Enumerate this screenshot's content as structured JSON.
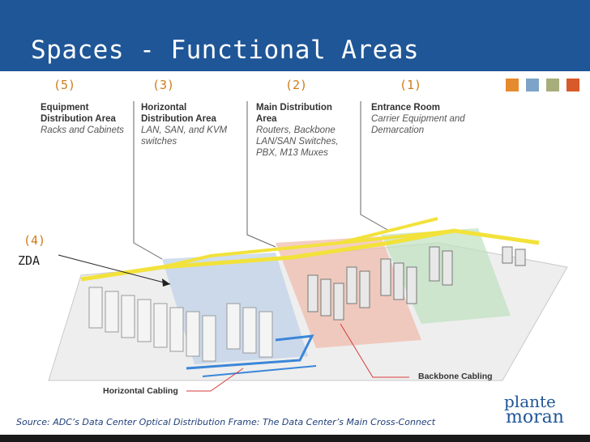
{
  "slide": {
    "title": "Spaces - Functional Areas"
  },
  "areas": [
    {
      "num": "(5)",
      "title_line1": "Equipment",
      "title_line2": "Distribution Area",
      "desc": "Racks and Cabinets"
    },
    {
      "num": "(3)",
      "title_line1": "Horizontal",
      "title_line2": "Distribution Area",
      "desc": "LAN, SAN, and KVM switches"
    },
    {
      "num": "(2)",
      "title_line1": "Main Distribution",
      "title_line2": "Area",
      "desc": "Routers, Backbone LAN/SAN Switches, PBX, M13 Muxes"
    },
    {
      "num": "(1)",
      "title_line1": "Entrance Room",
      "title_line2": "",
      "desc": "Carrier Equipment and Demarcation"
    }
  ],
  "zda": {
    "num": "(4)",
    "label": "ZDA"
  },
  "cabling": {
    "horizontal": "Horizontal Cabling",
    "backbone": "Backbone Cabling"
  },
  "source": "Source: ADC’s Data Center Optical Distribution Frame: The Data Center’s Main Cross-Connect",
  "logo": {
    "line1": "plante",
    "line2": "moran"
  },
  "colors": {
    "header": "#1f5697",
    "accent_orange": "#d07a1a",
    "squares": [
      "#e68a2e",
      "#7ea3c8",
      "#a8ad7c",
      "#d85a2a"
    ]
  }
}
